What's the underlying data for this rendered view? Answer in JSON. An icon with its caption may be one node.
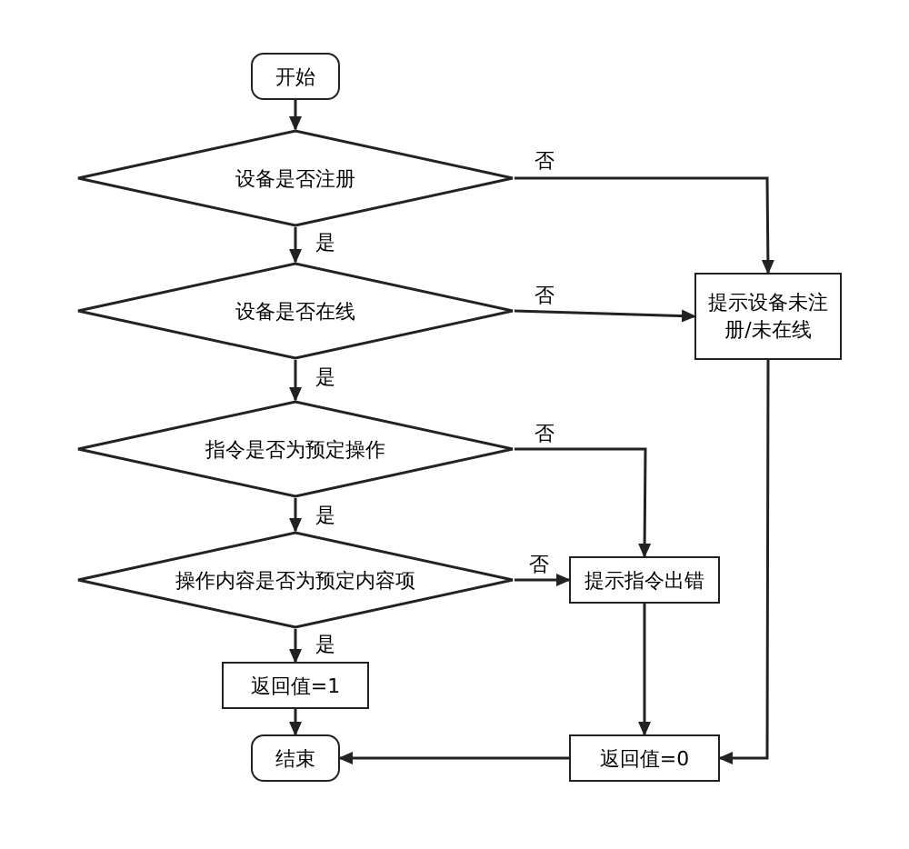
{
  "diagram": {
    "nodes": [
      {
        "text": [
          "开始"
        ]
      },
      {
        "text": [
          "设备是否注册"
        ]
      },
      {
        "text": [
          "设备是否在线"
        ]
      },
      {
        "text": [
          "提示设备未注册/未在线"
        ]
      },
      {
        "text": [
          "指令是否为预定操作"
        ]
      },
      {
        "text": [
          "操作内容是否为预定内容项"
        ]
      },
      {
        "text": [
          "提示指令出错"
        ]
      },
      {
        "text": [
          "返回值=1"
        ]
      },
      {
        "text": [
          "结束"
        ]
      },
      {
        "text": [
          "返回值=0"
        ]
      }
    ],
    "edges": [
      {
        "from": 0,
        "to": 1,
        "arrow": "to"
      },
      {
        "from": 1,
        "to": 3,
        "arrow": "to",
        "label": "否"
      },
      {
        "from": 1,
        "to": 2,
        "arrow": "to",
        "label": "是"
      },
      {
        "from": 2,
        "to": 3,
        "arrow": "to",
        "label": "否"
      },
      {
        "from": 2,
        "to": 4,
        "arrow": "to",
        "label": "是"
      },
      {
        "from": 4,
        "to": 6,
        "arrow": "to",
        "label": "否"
      },
      {
        "from": 4,
        "to": 5,
        "arrow": "to",
        "label": "是"
      },
      {
        "from": 5,
        "to": 6,
        "arrow": "to",
        "label": "否"
      },
      {
        "from": 5,
        "to": 7,
        "arrow": "to",
        "label": "是"
      },
      {
        "from": 7,
        "to": 8,
        "arrow": "to"
      },
      {
        "from": 6,
        "to": 9,
        "arrow": "to"
      },
      {
        "from": 3,
        "to": 9,
        "arrow": "to"
      },
      {
        "from": 9,
        "to": 8,
        "arrow": "to"
      }
    ]
  }
}
